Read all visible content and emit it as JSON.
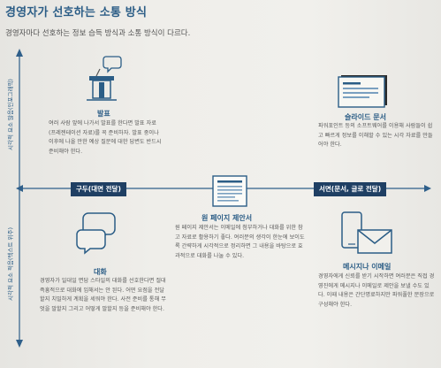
{
  "title": "경영자가 선호하는 소통 방식",
  "subtitle": "경영자마다 선호하는 정보 습득 방식과 소통 방식이 다르다.",
  "axis": {
    "left_label": "구두(대면 전달)",
    "right_label": "서면(문서, 글로 전달)",
    "upper_y_label": "시각적 요소 많음(인포그래픽)",
    "lower_y_label": "시각적 요소 적음(텍스트 위주)"
  },
  "items": {
    "presentation": {
      "title": "발표",
      "desc": "여러 사람 앞에 나가서 발표를 한다면 발표 자료(프레젠테이션 자료)를 꼭 준비하자. 발표 중이나 이후에 나올 만한 예상 질문에 대한 답변도 반드시 준비해야 한다."
    },
    "slides": {
      "title": "슬라이드 문서",
      "desc": "파워포인트 등의 소프트웨어를 이용해 사람들이 쉽고 빠르게 정보를 이해할 수 있는 시각 자료를 만들어야 한다."
    },
    "one_pager": {
      "title": "원 페이지 제안서",
      "desc": "원 페이지 제안서는 이메일에 첨부하거나 대화를 위한 참고 자료로 활용하기 좋다. 여러분의 생각이 한눈에 보이도록 간략하게 시각적으로 정리하면 그 내용을 바탕으로 효과적으로 대화를 나눌 수 있다."
    },
    "conversation": {
      "title": "대화",
      "desc": "경영자가 일대일 면담 스타일의 대화를 선호한다면 절대 즉흥적으로 대화에 임해서는 안 된다. 어떤 요점을 전달할지 치밀하게 계획을 세워야 한다. 사전 준비를 통해 무엇을 말할지 그리고 어떻게 말할지 등을 준비해야 한다."
    },
    "messenger": {
      "title": "메시지나 이메일",
      "desc": "경영자에게 신뢰를 받기 시작하면 여러분은 직접 경영진에게 메시지나 이메일로 제안을 보낼 수도 있다. 이때 내용은 간단명료하지만 파워풀한 문장으로 구성해야 한다."
    }
  },
  "colors": {
    "accent": "#2b5d86",
    "navy": "#1f3f63",
    "axis": "#2f5f8a"
  }
}
